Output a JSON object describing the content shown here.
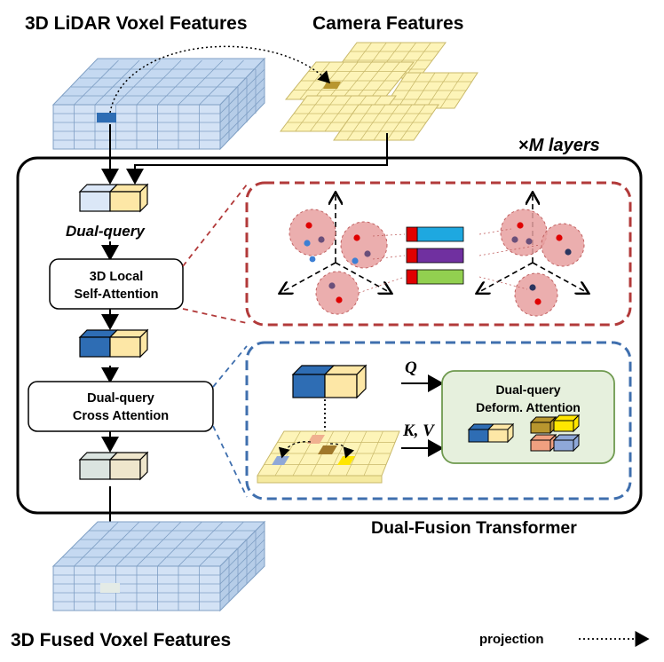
{
  "titles": {
    "lidar": "3D LiDAR Voxel Features",
    "camera": "Camera Features",
    "fused": "3D Fused Voxel Features",
    "transformer": "Dual-Fusion Transformer",
    "layers_prefix": "×",
    "layers_text": "M layers"
  },
  "labels": {
    "dual_query": "Dual-query",
    "self_attn_line1": "3D Local",
    "self_attn_line2": "Self-Attention",
    "cross_attn_line1": "Dual-query",
    "cross_attn_line2": "Cross Attention",
    "deform_line1": "Dual-query",
    "deform_line2": "Deform. Attention",
    "q": "Q",
    "kv": "K, V"
  },
  "legend": {
    "projection": "projection"
  },
  "colors": {
    "voxel_blue": "#c5d9f1",
    "voxel_grid_line": "#7f9fc4",
    "camera_yellow": "#fdf4b8",
    "camera_grid_line": "#c9b96a",
    "query_blue": "#dbe7f7",
    "query_yellow": "#fde7a6",
    "query_dark_blue": "#2e6db4",
    "red_dashed_border": "#b23a3a",
    "blue_dashed_border": "#3f6fae",
    "deform_box_fill": "#e6f0dd",
    "deform_box_border": "#6f9a4f",
    "sphere_fill": "#e8a0a0",
    "token_cyan": "#1ea8e0",
    "token_purple": "#7030a0",
    "token_green": "#92d050",
    "token_red": "#e00000"
  }
}
